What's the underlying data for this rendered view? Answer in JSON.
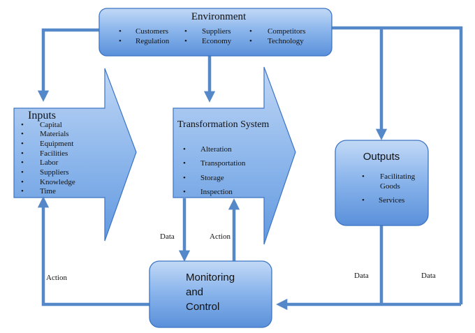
{
  "environment": {
    "title": "Environment",
    "col1": [
      "Customers",
      "Regulation"
    ],
    "col2": [
      "Suppliers",
      "Economy"
    ],
    "col3": [
      "Competitors",
      "Technology"
    ]
  },
  "inputs": {
    "title": "Inputs",
    "items": [
      "Capital",
      "Materials",
      "Equipment",
      "Facilities",
      "Labor",
      "Suppliers",
      "Knowledge",
      "Time"
    ]
  },
  "transformation": {
    "title": "Transformation System",
    "items": [
      "Alteration",
      "Transportation",
      "Storage",
      "Inspection"
    ]
  },
  "outputs": {
    "title": "Outputs",
    "items": [
      [
        "Facilitating",
        "Goods"
      ],
      [
        "Services"
      ]
    ]
  },
  "monitoring": {
    "lines": [
      "Monitoring",
      "and",
      "Control"
    ]
  },
  "flow_labels": {
    "data_left": "Data",
    "action_mid": "Action",
    "action_left": "Action",
    "data_outputs": "Data",
    "data_right": "Data"
  },
  "bullet": "•",
  "colors": {
    "shape_light": "#b8d2f4",
    "shape_dark": "#5e94dc",
    "shape_border": "#3c74c4",
    "connector": "#5588c8"
  }
}
